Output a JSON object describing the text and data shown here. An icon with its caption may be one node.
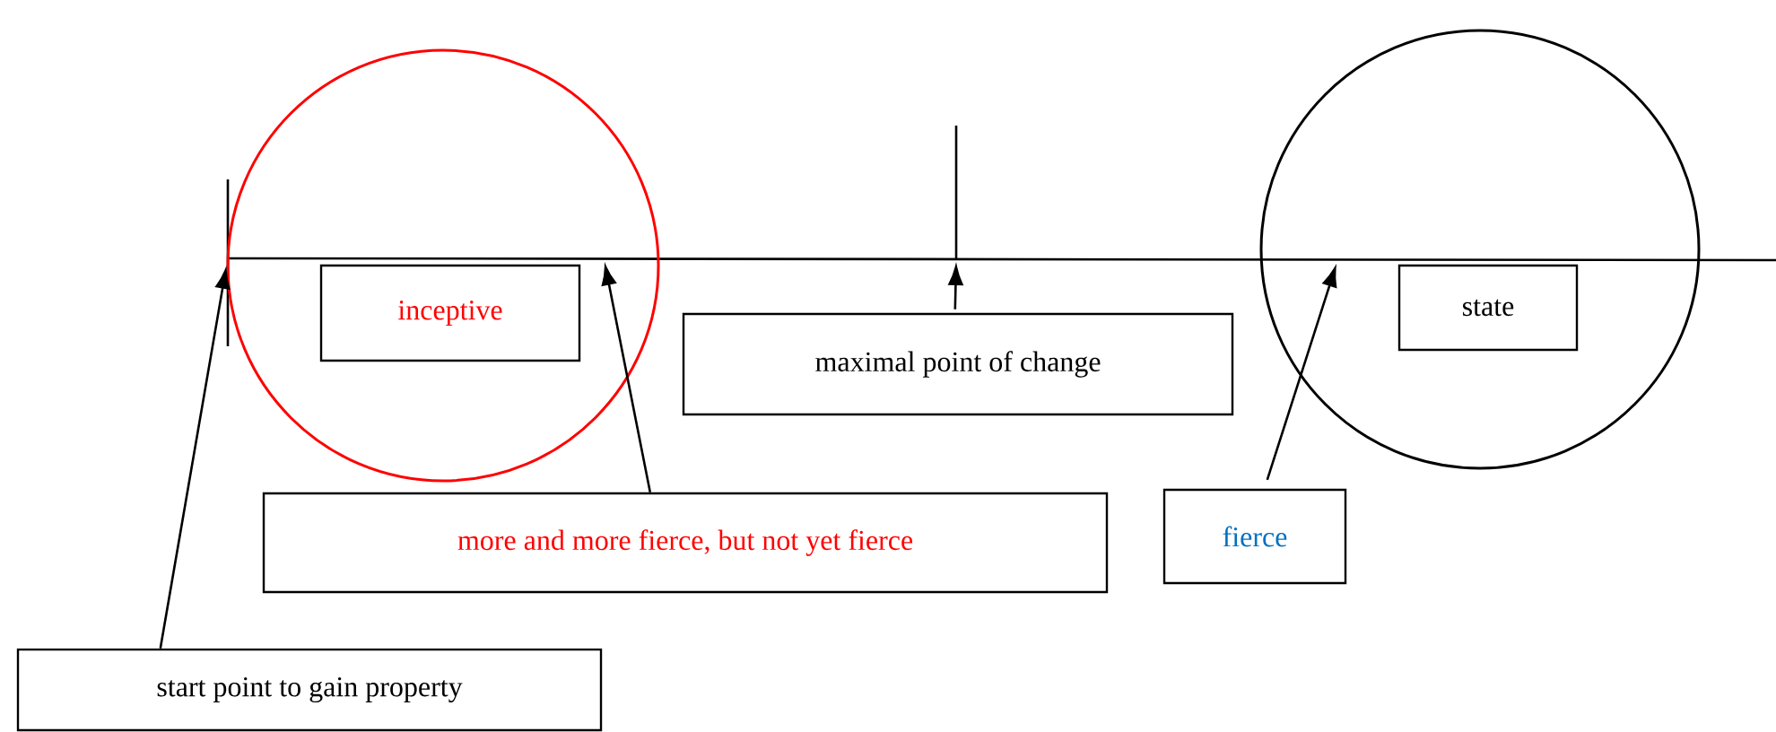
{
  "diagram": {
    "nodes": [
      {
        "text": [],
        "shape": "circle"
      },
      {
        "text": [
          "inceptive"
        ],
        "in": 0
      },
      {
        "text": [
          "maximal point of change"
        ]
      },
      {
        "text": [],
        "shape": "circle"
      },
      {
        "text": [
          "state"
        ],
        "in": 3
      },
      {
        "text": [
          "more and more fierce, but not yet fierce"
        ]
      },
      {
        "text": [
          "fierce"
        ]
      },
      {
        "text": [
          "start point to gain property"
        ]
      }
    ],
    "edges": [
      {
        "from": 7,
        "to": 0,
        "arrow": "to"
      },
      {
        "from": 5,
        "to": null,
        "arrow": "to"
      },
      {
        "from": 2,
        "to": null,
        "arrow": "to"
      },
      {
        "from": 6,
        "to": null,
        "arrow": "to"
      }
    ]
  }
}
